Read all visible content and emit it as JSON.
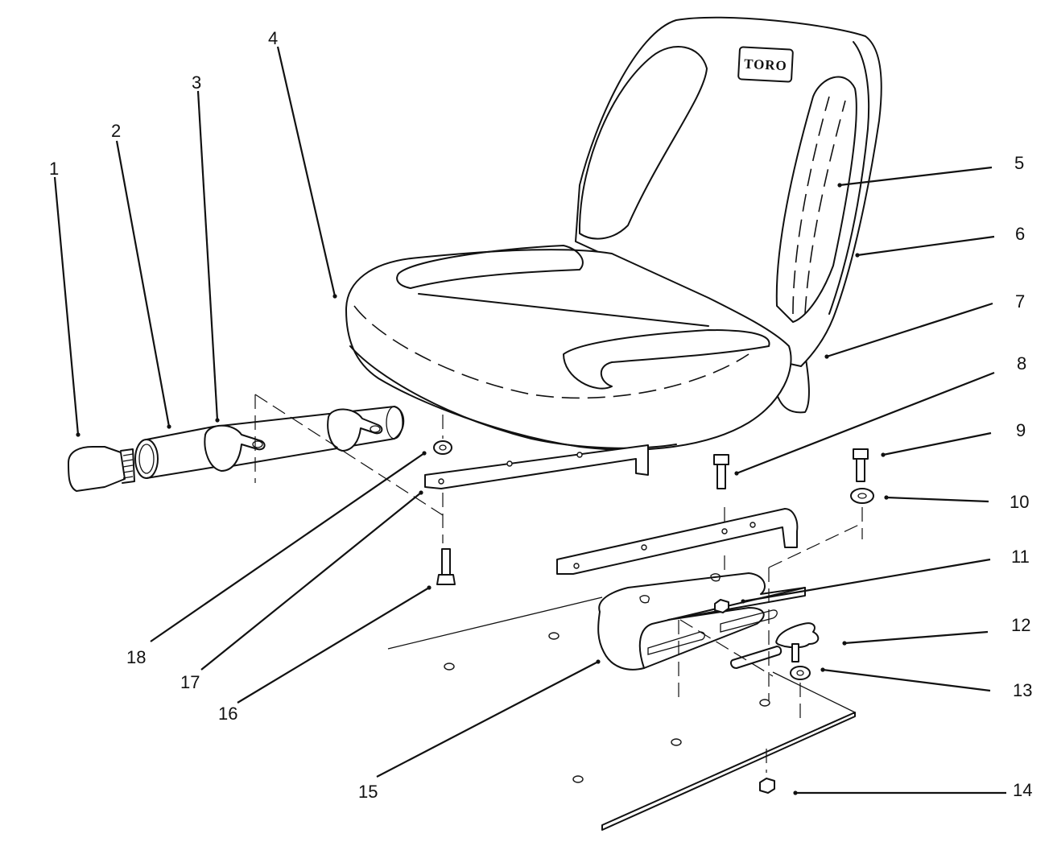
{
  "diagram": {
    "logo_text": "TORO",
    "callouts": [
      {
        "id": 1,
        "label": "1"
      },
      {
        "id": 2,
        "label": "2"
      },
      {
        "id": 3,
        "label": "3"
      },
      {
        "id": 4,
        "label": "4"
      },
      {
        "id": 5,
        "label": "5"
      },
      {
        "id": 6,
        "label": "6"
      },
      {
        "id": 7,
        "label": "7"
      },
      {
        "id": 8,
        "label": "8"
      },
      {
        "id": 9,
        "label": "9"
      },
      {
        "id": 10,
        "label": "10"
      },
      {
        "id": 11,
        "label": "11"
      },
      {
        "id": 12,
        "label": "12"
      },
      {
        "id": 13,
        "label": "13"
      },
      {
        "id": 14,
        "label": "14"
      },
      {
        "id": 15,
        "label": "15"
      },
      {
        "id": 16,
        "label": "16"
      },
      {
        "id": 17,
        "label": "17"
      },
      {
        "id": 18,
        "label": "18"
      }
    ]
  }
}
